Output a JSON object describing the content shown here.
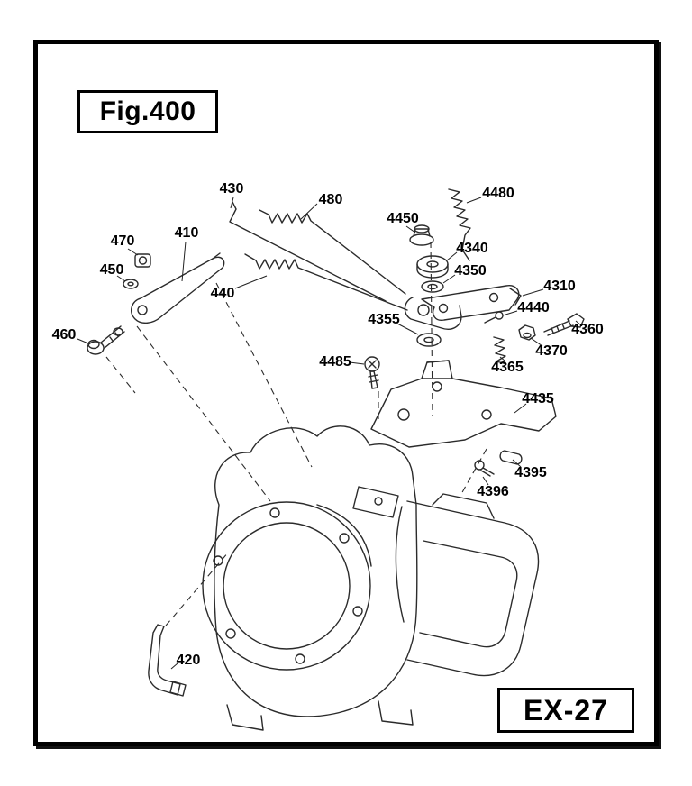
{
  "figure": {
    "title": "Fig.400",
    "page_ref": "EX-27"
  },
  "parts": [
    {
      "label": "430"
    },
    {
      "label": "480"
    },
    {
      "label": "4480"
    },
    {
      "label": "4450"
    },
    {
      "label": "470"
    },
    {
      "label": "410"
    },
    {
      "label": "4340"
    },
    {
      "label": "450"
    },
    {
      "label": "4350"
    },
    {
      "label": "4310"
    },
    {
      "label": "440"
    },
    {
      "label": "4440"
    },
    {
      "label": "460"
    },
    {
      "label": "4355"
    },
    {
      "label": "4360"
    },
    {
      "label": "4370"
    },
    {
      "label": "4365"
    },
    {
      "label": "4485"
    },
    {
      "label": "4435"
    },
    {
      "label": "4395"
    },
    {
      "label": "4396"
    },
    {
      "label": "420"
    }
  ]
}
